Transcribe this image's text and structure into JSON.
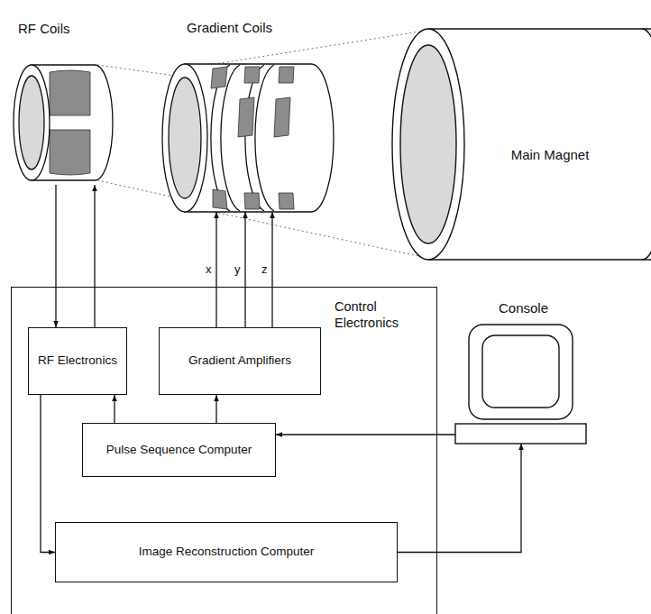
{
  "diagram": {
    "nodes": [
      {
        "text": [
          "RF Coils"
        ]
      },
      {
        "text": [
          "Gradient Coils"
        ]
      },
      {
        "text": [
          "Main Magnet"
        ]
      },
      {
        "text": [
          "Control Electronics"
        ]
      },
      {
        "text": [
          "Console"
        ]
      },
      {
        "text": [
          "RF Electronics"
        ],
        "in": 3
      },
      {
        "text": [
          "Gradient Amplifiers"
        ],
        "in": 3
      },
      {
        "text": [
          "Pulse Sequence Computer"
        ],
        "in": 3
      },
      {
        "text": [
          "Image Reconstruction Computer"
        ],
        "in": 3
      }
    ],
    "edges": [
      {
        "from": 5,
        "to": 0,
        "arrow": "to"
      },
      {
        "from": 0,
        "to": 5,
        "arrow": "to"
      },
      {
        "from": 6,
        "to": 1,
        "label": "x",
        "arrow": "to"
      },
      {
        "from": 6,
        "to": 1,
        "label": "y",
        "arrow": "to"
      },
      {
        "from": 6,
        "to": 1,
        "label": "z",
        "arrow": "to"
      },
      {
        "from": 7,
        "to": 5,
        "arrow": "to"
      },
      {
        "from": 7,
        "to": 6,
        "arrow": "to"
      },
      {
        "from": 4,
        "to": 7,
        "arrow": "to"
      },
      {
        "from": 5,
        "to": 8,
        "arrow": "to"
      },
      {
        "from": 8,
        "to": 4,
        "arrow": "to"
      }
    ]
  }
}
